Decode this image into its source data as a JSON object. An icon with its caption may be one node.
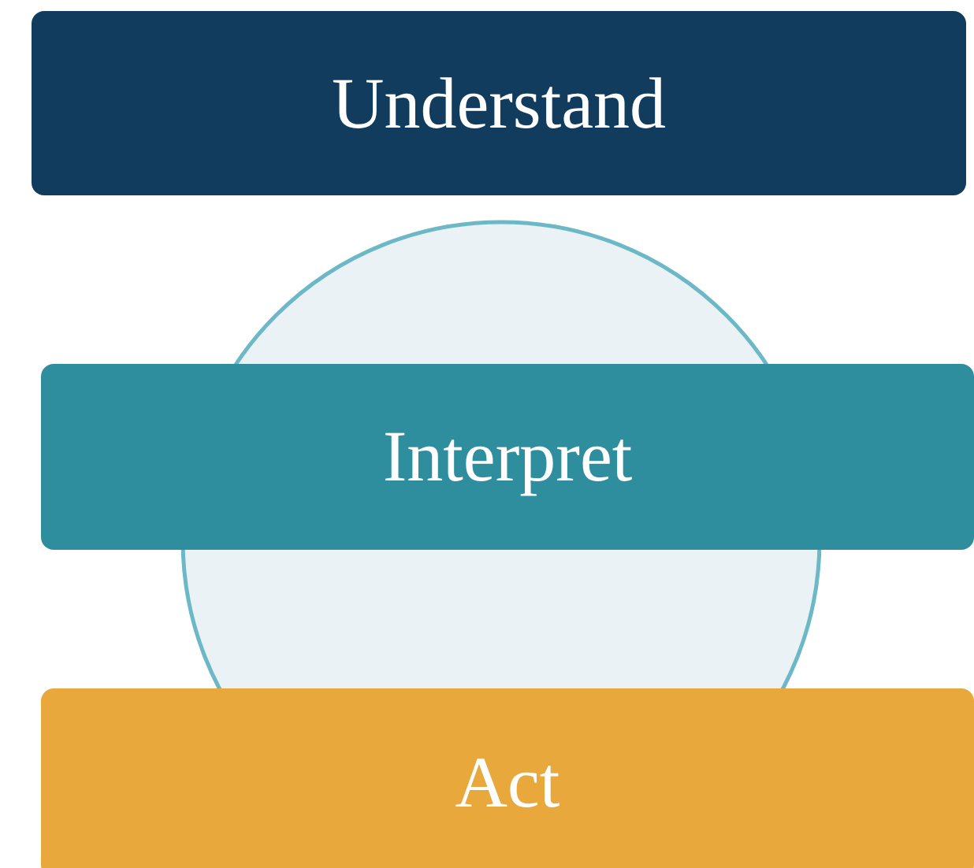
{
  "diagram": {
    "nodes": [
      {
        "text": [
          "Understand"
        ]
      },
      {
        "text": [
          "Interpret"
        ]
      },
      {
        "text": [
          "Act"
        ]
      }
    ]
  }
}
